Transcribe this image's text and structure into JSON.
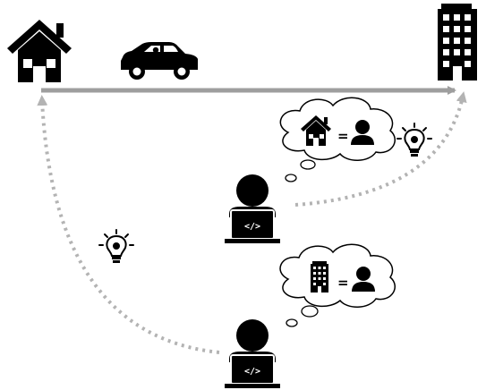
{
  "diagram": {
    "nodes": [
      {
        "name": "home",
        "icon": "house-icon"
      },
      {
        "name": "commute",
        "icon": "car-icon"
      },
      {
        "name": "office",
        "icon": "office-building-icon"
      },
      {
        "name": "developer-remote",
        "icon": "developer-with-laptop-icon"
      },
      {
        "name": "developer-onsite",
        "icon": "developer-with-laptop-icon"
      }
    ],
    "thoughts": [
      {
        "name": "home-equals-person",
        "icons": [
          "house-icon",
          "person-icon"
        ],
        "operator": "="
      },
      {
        "name": "office-equals-person",
        "icons": [
          "office-building-icon",
          "person-icon"
        ],
        "operator": "="
      }
    ],
    "ideas": [
      {
        "name": "lightbulb-upper",
        "icon": "lightbulb-icon"
      },
      {
        "name": "lightbulb-left",
        "icon": "lightbulb-icon"
      }
    ],
    "laptop_glyph": "</>",
    "colors": {
      "icon": "#000000",
      "arrow": "#9e9e9e",
      "dotted_path": "#b3b3b3",
      "cloud_fill": "#ffffff"
    }
  }
}
